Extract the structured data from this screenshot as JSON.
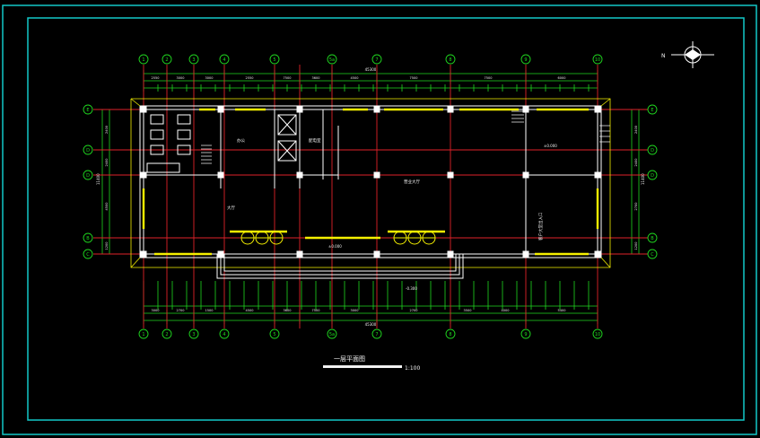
{
  "drawing": {
    "title": "一层平面图",
    "scale": "1:100",
    "north_label": "N"
  },
  "grid_columns": [
    "1",
    "2",
    "3",
    "4",
    "5",
    "5a",
    "7",
    "8",
    "9",
    "10"
  ],
  "grid_rows": [
    "E",
    "D",
    "D",
    "B",
    "C"
  ],
  "dims_top_total": "45300",
  "dims_bottom_total": "45300",
  "dims_top": [
    "2550",
    "3000",
    "3000",
    "2550",
    "7500",
    "3600",
    "4500",
    "7500",
    "7500",
    "6000"
  ],
  "dims_bottom": [
    "3000",
    "2700",
    "1500",
    "4500",
    "3600",
    "7500",
    "3000",
    "2700",
    "3500",
    "4000",
    "5400"
  ],
  "dims_left": [
    "2400",
    "2400",
    "4500",
    "1200"
  ],
  "dims_left_total": "11400",
  "dims_right": [
    "2400",
    "2400",
    "2700",
    "1200"
  ],
  "dims_right_total": "11400",
  "room_labels": {
    "lobby_hall": "营业大厅",
    "hall": "大厅",
    "office": "办公",
    "equipment_room": "配电室",
    "entrance_area": "客户大堂出入口",
    "level_top_right": "±0.000",
    "level_center": "±0.000",
    "level_bottom": "-0.300"
  },
  "colors": {
    "frame": "#12c8c8",
    "grid_line": "#e0222a",
    "wall": "#ffffff",
    "window": "#f5f000",
    "dim": "#1fd81f",
    "text": "#f2f2f2"
  }
}
